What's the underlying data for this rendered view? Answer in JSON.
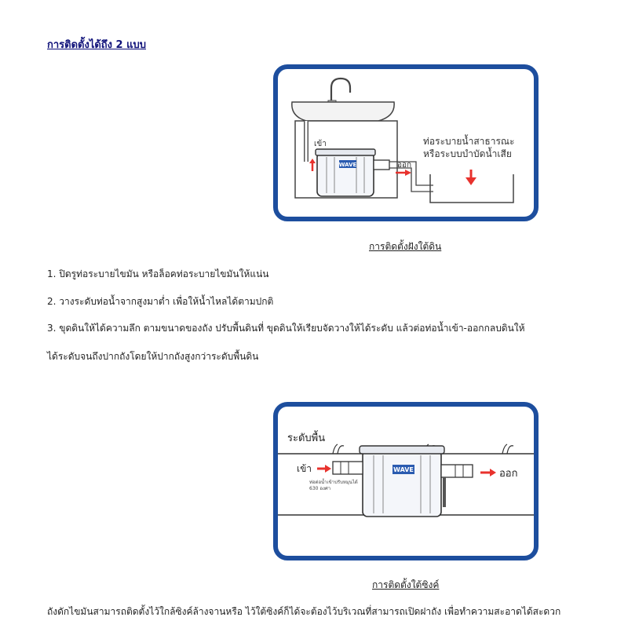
{
  "heading": "การติดตั้งได้ถึง 2 แบบ",
  "figure1": {
    "label_in": "เข้า",
    "label_out": "ออก",
    "brand": "WAVE",
    "drain_line1": "ท่อระบายน้ำสาธารณะ",
    "drain_line2": "หรือระบบบำบัดน้ำเสีย",
    "caption": "การติดตั้งฝังใต้ดิน"
  },
  "steps": [
    "1. ปิดรูท่อระบายไขมัน หรือล็อคท่อระบายไขมันให้แน่น",
    "2. วางระดับท่อน้ำจากสูงมาต่ำ เพื่อให้น้ำไหลได้ตามปกติ",
    "3. ขุดดินให้ได้ความลึก ตามขนาดของถัง ปรับพื้นดินที่ ขุดดินให้เรียบจัดวางให้ได้ระดับ แล้วต่อท่อน้ำเข้า-ออกกลบดินให้",
    "ได้ระดับจนถึงปากถังโดยให้ปากถังสูงกว่าระดับพื้นดิน"
  ],
  "figure2": {
    "ground_label": "ระดับพื้น",
    "label_in": "เข้า",
    "label_out": "ออก",
    "brand": "WAVE",
    "note_line1": "ท่อต่อน้ำเข้าปรับหมุนได้",
    "note_line2": "630 องศา",
    "caption": "การติดตั้งใต้ซิงค์"
  },
  "footer_text": "ถังดักไขมันสามารถติดตั้งไว้ใกล้ซิงค์ล้างจานหรือ ไว้ใต้ซิงค์ก็ได้จะต้องไว้บริเวณที่สามารถเปิดฝาถัง เพื่อทำความสะอาดได้สะดวก",
  "colors": {
    "frame": "#1d4e9e",
    "heading": "#10127a",
    "arrow": "#e8322d",
    "brand_bg": "#2a5bb0"
  }
}
